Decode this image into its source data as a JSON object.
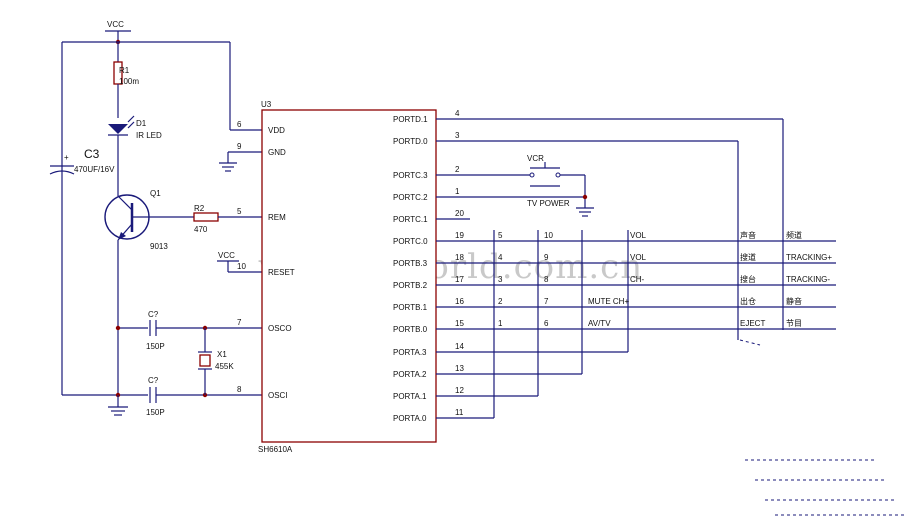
{
  "watermark": "www.eeworld.com.cn",
  "chip": {
    "designator": "U3",
    "part": "SH6610A",
    "left_pins": [
      {
        "num": "6",
        "name": "VDD"
      },
      {
        "num": "9",
        "name": "GND"
      },
      {
        "num": "5",
        "name": "REM"
      },
      {
        "num": "10",
        "name": "RESET"
      },
      {
        "num": "7",
        "name": "OSCO"
      },
      {
        "num": "8",
        "name": "OSCI"
      }
    ],
    "right_pins": [
      {
        "num": "4",
        "name": "PORTD.1"
      },
      {
        "num": "3",
        "name": "PORTD.0"
      },
      {
        "num": "2",
        "name": "PORTC.3"
      },
      {
        "num": "1",
        "name": "PORTC.2"
      },
      {
        "num": "20",
        "name": "PORTC.1"
      },
      {
        "num": "19",
        "name": "PORTC.0"
      },
      {
        "num": "18",
        "name": "PORTB.3"
      },
      {
        "num": "17",
        "name": "PORTB.2"
      },
      {
        "num": "16",
        "name": "PORTB.1"
      },
      {
        "num": "15",
        "name": "PORTB.0"
      },
      {
        "num": "14",
        "name": "PORTA.3"
      },
      {
        "num": "13",
        "name": "PORTA.2"
      },
      {
        "num": "12",
        "name": "PORTA.1"
      },
      {
        "num": "11",
        "name": "PORTA.0"
      }
    ]
  },
  "components": {
    "vcc_top": "VCC",
    "vcc_reset": "VCC",
    "r1_name": "R1",
    "r1_value": "100m",
    "d1_name": "D1",
    "d1_value": "IR LED",
    "c3_name": "C3",
    "c3_value": "470UF/16V",
    "c3_plus": "+",
    "q1_name": "Q1",
    "q1_value": "9013",
    "r2_name": "R2",
    "r2_value": "470",
    "c_top_name": "C?",
    "c_top_value": "150P",
    "c_bot_name": "C?",
    "c_bot_value": "150P",
    "x1_name": "X1",
    "x1_value": "455K",
    "switch_label": "VCR",
    "switch_sub": "TV  POWER"
  },
  "matrix": {
    "col_numbers": [
      "5",
      "10",
      "4",
      "9",
      "3",
      "8",
      "2",
      "7",
      "1",
      "6"
    ],
    "key_labels": [
      {
        "en": "VOL",
        "cn_a": "声音",
        "cn_b": "频道"
      },
      {
        "en": "VOL",
        "cn_a": "搜道",
        "cn_b": "TRACKING+"
      },
      {
        "en": "CH-",
        "cn_a": "搜台",
        "cn_b": "TRACKING-"
      },
      {
        "en": "MUTE  CH+",
        "cn_a": "出仓",
        "cn_b": "静音"
      },
      {
        "en": "AV/TV",
        "cn_a": "EJECT",
        "cn_b": "节目"
      }
    ]
  }
}
